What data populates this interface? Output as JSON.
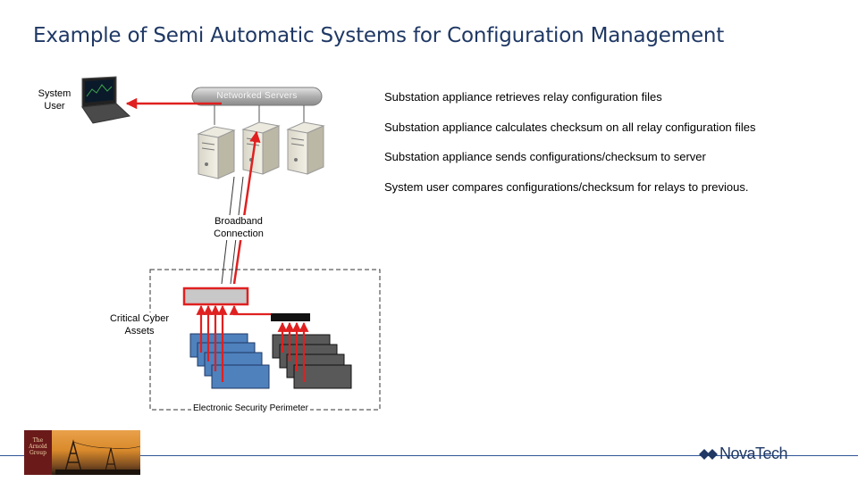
{
  "title": "Example of Semi Automatic Systems for Configuration Management",
  "labels": {
    "system_user": [
      "System",
      "User"
    ],
    "networked_servers": "Networked Servers",
    "broadband": [
      "Broadband",
      "Connection"
    ],
    "critical_assets": [
      "Critical Cyber",
      "Assets"
    ],
    "perimeter": "Electronic Security Perimeter"
  },
  "steps": [
    "Substation appliance retrieves relay configuration files",
    "Substation appliance calculates checksum on all relay configuration files",
    "Substation appliance sends configurations/checksum to server",
    "System user compares configurations/checksum for relays to previous."
  ],
  "footer": {
    "brand": "NovaTech",
    "logo_text": [
      "The",
      "Arnold",
      "Group"
    ]
  },
  "colors": {
    "title": "#1f3864",
    "arrow": "#e02020",
    "relay_blue": "#4f81bd",
    "relay_dark": "#595959",
    "appliance": "#c8c8c8"
  },
  "icons": [
    "laptop-icon",
    "server-icon",
    "relay-icon",
    "appliance-icon",
    "novatech-logo-icon"
  ]
}
